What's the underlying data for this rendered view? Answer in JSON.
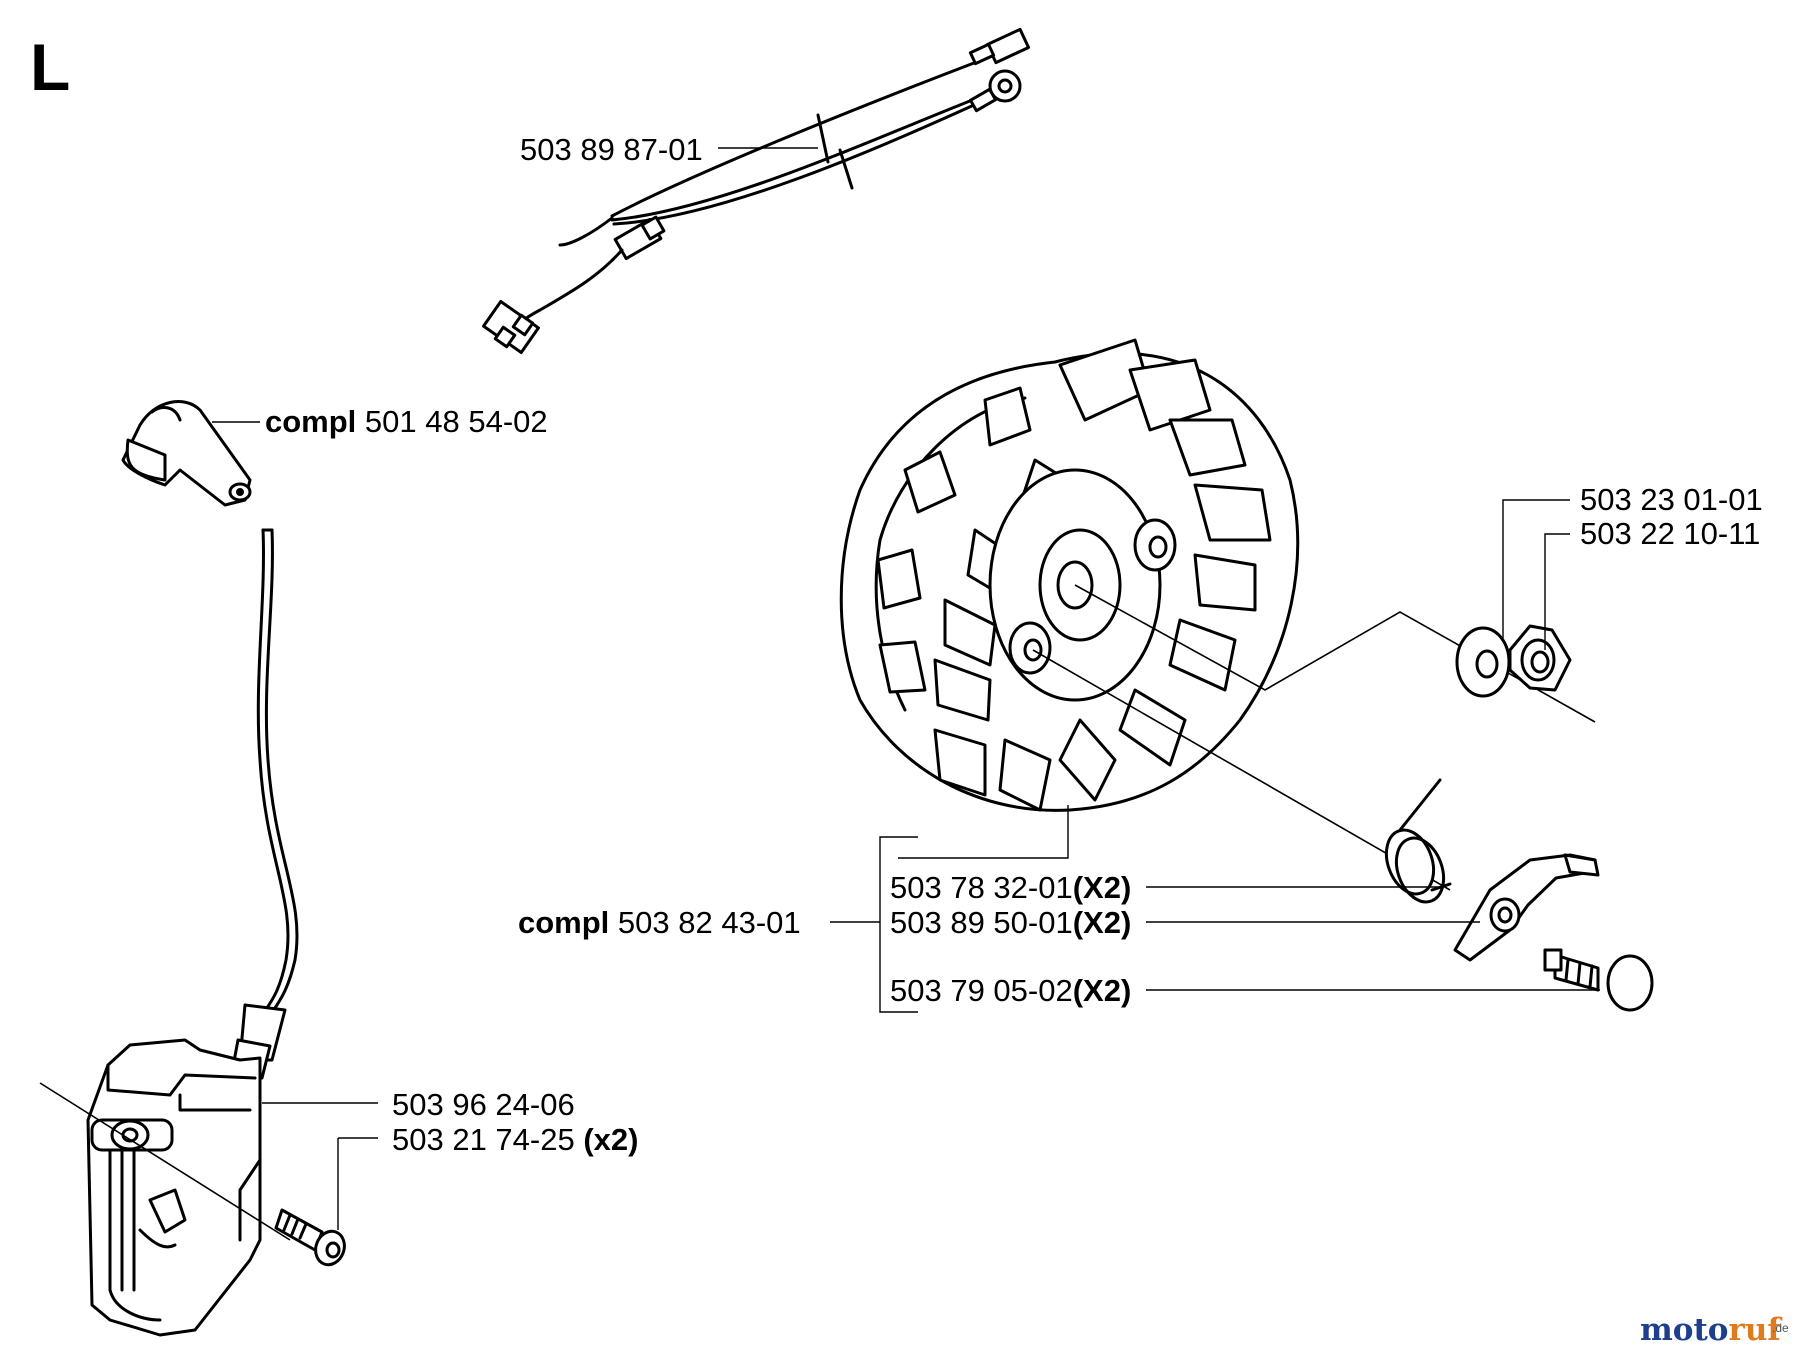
{
  "section_letter": "L",
  "colors": {
    "line": "#000000",
    "background": "#ffffff",
    "watermark_blue": "#1e3f8c",
    "watermark_orange": "#e07a1f"
  },
  "labels": {
    "wire_harness": "503 89 87-01",
    "spark_cap_prefix": "compl",
    "spark_cap": "501 48 54-02",
    "washer": "503 23 01-01",
    "nut": "503 22 10-11",
    "flywheel_prefix": "compl",
    "flywheel": "503 82 43-01",
    "spring": "503 78 32-01",
    "spring_qty": "(X2)",
    "pawl": "503 89 50-01",
    "pawl_qty": "(X2)",
    "pin": "503 79 05-02",
    "pin_qty": "(X2)",
    "ignition_module": "503 96 24-06",
    "screw": "503 21 74-25",
    "screw_qty": "(x2)"
  },
  "watermark": {
    "brand_part1": "moto",
    "brand_part2": "ruf",
    "tld": ".de"
  }
}
